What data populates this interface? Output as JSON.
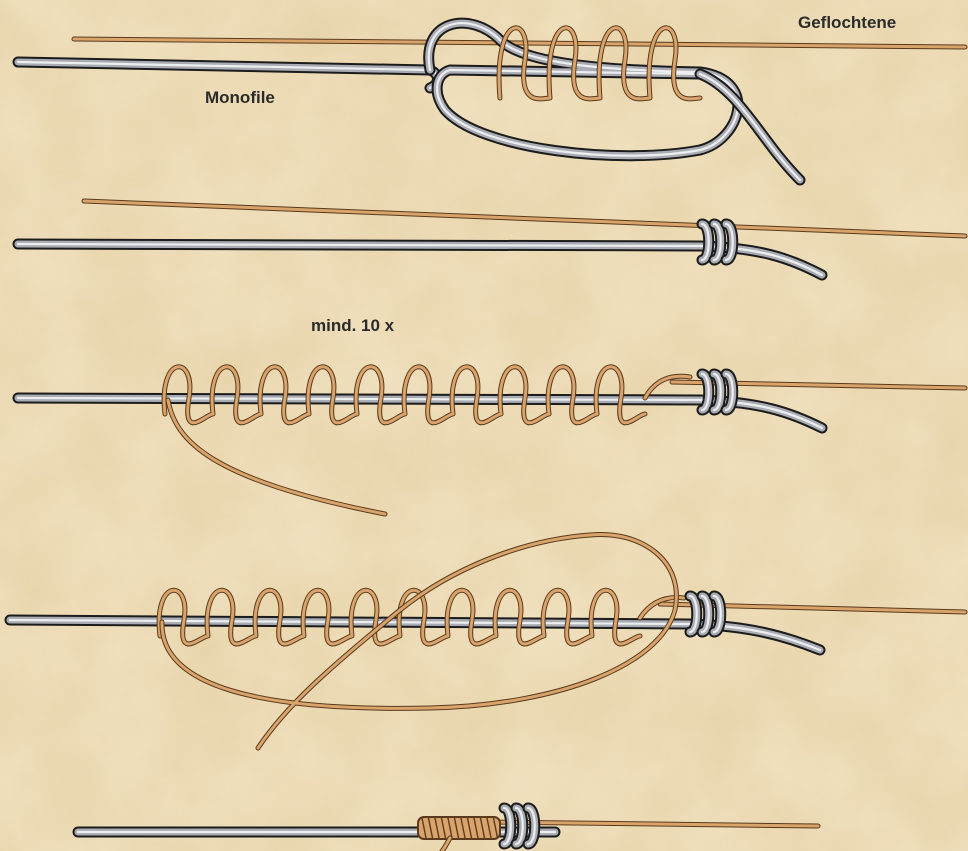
{
  "labels": {
    "braided_line": "Geflochtene",
    "mono_line": "Monofile",
    "wrap_count": "mind. 10 x"
  },
  "colors": {
    "background": "#e9d6ac",
    "mono_fill": "#a9adb3",
    "mono_highlight": "#eceef0",
    "mono_outline": "#1b1b1b",
    "braid_fill": "#d9a46c",
    "braid_outline": "#5a3a1c",
    "label_text": "#2b2b2b"
  },
  "diagram": {
    "title": "",
    "steps": [
      {
        "step": 1,
        "braid_wraps_around_mono_loop": 4
      },
      {
        "step": 2,
        "mono_wraps_around_braid": 3
      },
      {
        "step": 3,
        "braid_wraps_back_along_mono": 10
      },
      {
        "step": 4,
        "braid_wraps_back_along_mono": 10
      },
      {
        "step": 5,
        "mono_wraps_around_braid": 3
      }
    ]
  }
}
